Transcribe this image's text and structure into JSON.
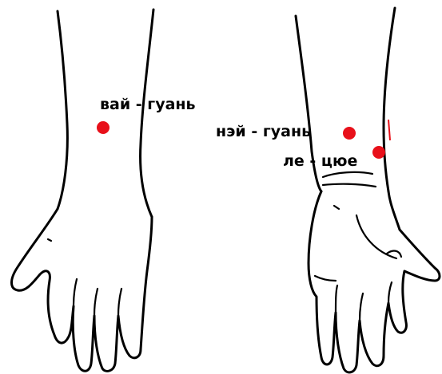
{
  "points": [
    {
      "id": "wai-guan",
      "label": "вай - гуань",
      "color": "#e8101a"
    },
    {
      "id": "nei-guan",
      "label": "нэй - гуань",
      "color": "#e8101a"
    },
    {
      "id": "lie-que",
      "label": "ле - цюе",
      "color": "#e8101a"
    }
  ],
  "colors": {
    "outline": "#000000",
    "point": "#e8101a",
    "background": "#ffffff"
  }
}
